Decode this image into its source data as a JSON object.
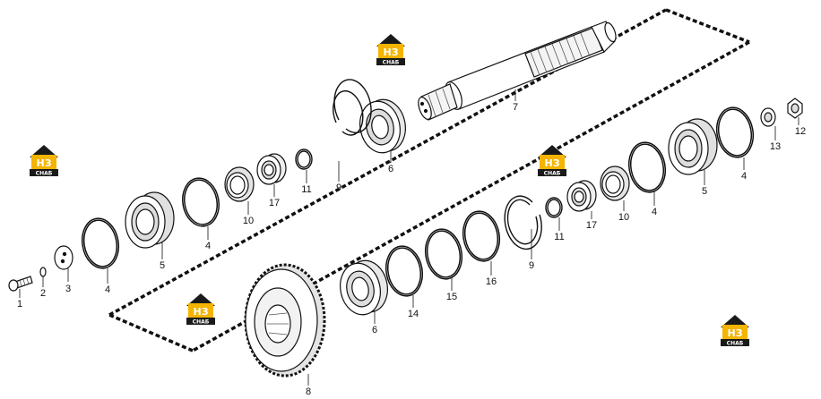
{
  "logo": {
    "big": "НЗ",
    "small": "СНАБ",
    "accent": "#f4b400",
    "dark": "#1a1a1a"
  },
  "parts": {
    "p1": "1",
    "p2": "2",
    "p3": "3",
    "p4a": "4",
    "p4b": "4",
    "p4c": "4",
    "p4d": "4",
    "p5a": "5",
    "p5b": "5",
    "p6a": "6",
    "p6b": "6",
    "p7": "7",
    "p8": "8",
    "p9a": "9",
    "p9b": "9",
    "p10a": "10",
    "p10b": "10",
    "p11a": "11",
    "p11b": "11",
    "p12": "12",
    "p13": "13",
    "p14": "14",
    "p15": "15",
    "p16": "16",
    "p17a": "17",
    "p17b": "17"
  }
}
